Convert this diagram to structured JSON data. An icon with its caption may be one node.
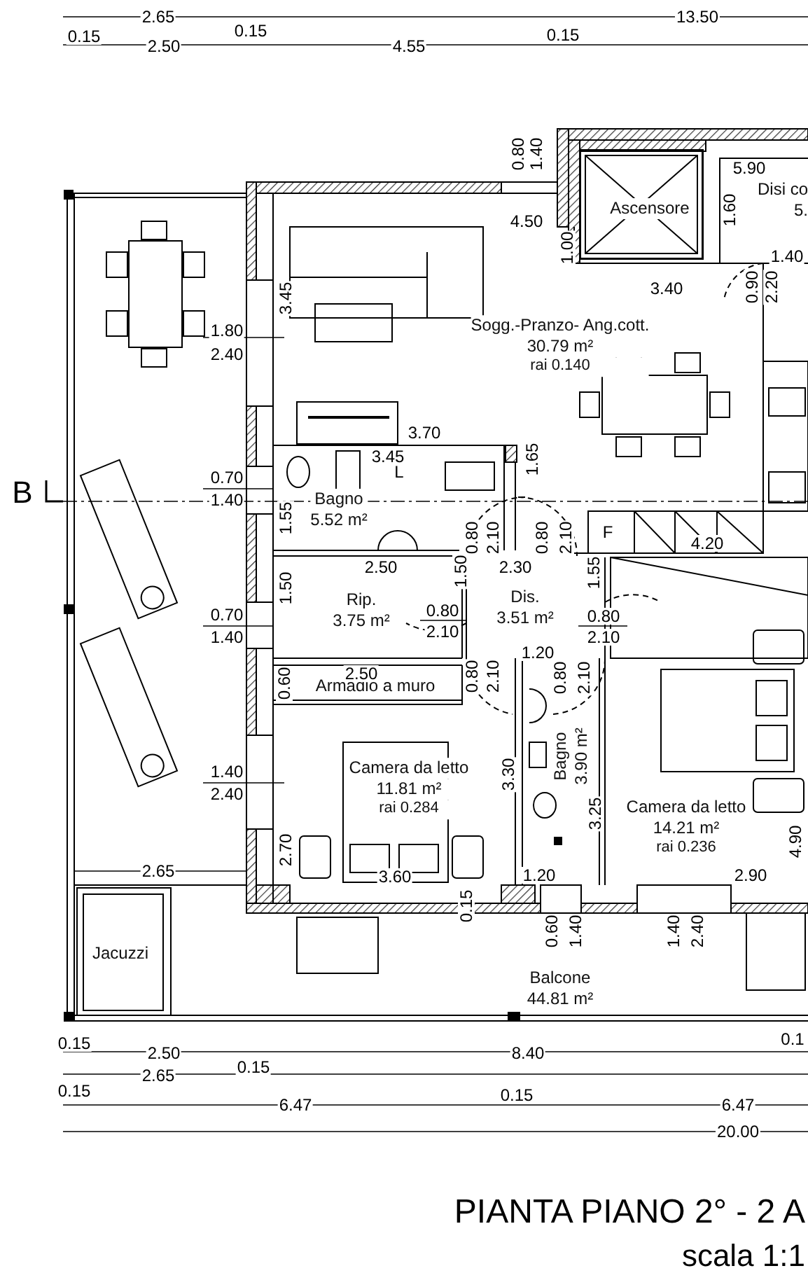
{
  "diagram": {
    "title": "PIANTA PIANO 2° - 2 A",
    "nodes": [
      {
        "text": [
          "Sogg.-Pranzo- Ang.cott.",
          "30.79 m²",
          "rai 0.140"
        ]
      },
      {
        "text": [
          "Ascensore"
        ]
      },
      {
        "text": [
          "Disi co",
          "5."
        ]
      },
      {
        "text": [
          "Bagno",
          "5.52 m²"
        ]
      },
      {
        "text": [
          "Rip.",
          "3.75 m²"
        ]
      },
      {
        "text": [
          "Dis.",
          "3.51 m²"
        ]
      },
      {
        "text": [
          "Armadio a muro"
        ]
      },
      {
        "text": [
          "Camera da letto",
          "11.81 m²",
          "rai 0.284"
        ]
      },
      {
        "text": [
          "Bagno",
          "3.90 m²"
        ]
      },
      {
        "text": [
          "Camera da letto",
          "14.21 m²",
          "rai 0.236"
        ]
      },
      {
        "text": [
          "Jacuzzi"
        ]
      },
      {
        "text": [
          "Balcone",
          "44.81 m²"
        ]
      }
    ],
    "labels": [
      "2.65",
      "13.50",
      "0.15",
      "2.50",
      "0.15",
      "4.55",
      "0.15",
      "0.80",
      "1.40",
      "5.90",
      "4.50",
      "1.00",
      "1.60",
      "1.40",
      "0.90",
      "2.20",
      "3.40",
      "3.45",
      "1.80",
      "2.40",
      "3.70",
      "3.45",
      "L",
      "1.65",
      "B",
      "0.70",
      "1.40",
      "1.55",
      "0.80",
      "2.10",
      "0.80",
      "2.10",
      "F",
      "4.20",
      "2.50",
      "2.30",
      "1.50",
      "1.55",
      "1.50",
      "0.80",
      "2.10",
      "0.80",
      "2.10",
      "0.70",
      "1.40",
      "1.20",
      "2.50",
      "0.60",
      "0.80",
      "2.10",
      "0.80",
      "2.10",
      "3.30",
      "1.40",
      "2.40",
      "3.25",
      "2.70",
      "4.90",
      "2.65",
      "3.60",
      "1.20",
      "2.90",
      "0.15",
      "0.60",
      "1.40",
      "1.40",
      "2.40",
      "0.15",
      "2.50",
      "8.40",
      "0.1",
      "2.65",
      "0.15",
      "0.15",
      "6.47",
      "0.15",
      "6.47",
      "20.00",
      "scala 1:1"
    ]
  }
}
